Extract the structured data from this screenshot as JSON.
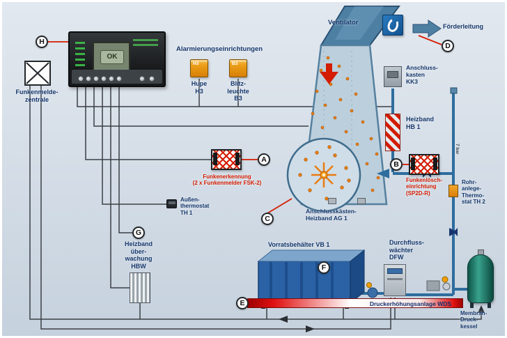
{
  "diagram": {
    "markers": {
      "h": "H",
      "a": "A",
      "b": "B",
      "c": "C",
      "d": "D",
      "e": "E",
      "f": "F",
      "g": "G"
    },
    "panel": {
      "screen_text": "OK"
    },
    "labels": {
      "funkenmeldezentrale": "Funkenmelde-\nzentrale",
      "alarmierung": "Alarmierungseinrichtungen",
      "hupe": "Hupe\nH3",
      "hupe_tag": "H3",
      "blitzleuchte": "Blitz-\nleuchte\nB3",
      "blitz_tag": "B3",
      "ventilator": "Ventilator",
      "foerderleitung": "Förderleitung",
      "anschlusskasten_kk3": "Anschluss-\nkasten\nKK3",
      "heizband_hb1": "Heizband\nHB 1",
      "funkenerkennung": "Funkenerkennung\n(2 x Funkenmelder FSK-2)",
      "funkenloeschung": "Funkenlösch-\neinrichtung\n(SP2D-R)",
      "rohranlege_th2": "Rohr-\nanlege-\nThermo-\nstat TH 2",
      "druck_7bar": "7 bar",
      "ag1": "Anschlusskästen-\nHeizband AG 1",
      "aussenthermostat_th1": "Außen-\nthermostat\nTH 1",
      "heizband_hbw": "Heizband\nüber-\nwachung\nHBW",
      "vorratsbehaelter_vb1": "Vorratsbehälter VB 1",
      "durchflusswaechter_dfw": "Durchfluss-\nwächter\nDFW",
      "wds": "Druckerhöhungsanlage WDS",
      "membran_druckkessel": "Membran-\nDruck-\nkessel"
    },
    "colors": {
      "label_blue": "#14366b",
      "label_red": "#d31c00",
      "duct_blue": "#4d7fa3",
      "duct_fill": "#bccfdc",
      "spark_orange": "#e87d12",
      "alarm_orange": "#eb9d17",
      "pipe_blue": "#2e6d9e",
      "bar_red": "#d20000",
      "vessel_green": "#1f7d6f",
      "tank_blue": "#2b62a6"
    }
  }
}
